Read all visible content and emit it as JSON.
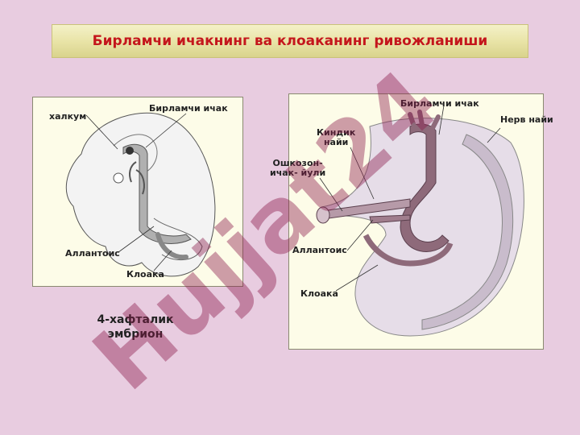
{
  "title": "Бирламчи ичакнинг ва клоаканинг ривожланиши",
  "left_diagram": {
    "labels": {
      "halkum": "халкум",
      "primary_gut": "Бирламчи ичак",
      "allantois": "Аллантоис",
      "cloaca": "Клоака"
    }
  },
  "caption_line1": "4-хафталик",
  "caption_line2": "эмбрион",
  "right_diagram": {
    "labels": {
      "primary_gut": "Бирламчи ичак",
      "neural_tube": "Нерв найи",
      "umbilical_duct_1": "Киндик",
      "umbilical_duct_2": "найи",
      "vitelline_duct_1": "Ошкозон-",
      "vitelline_duct_2": "ичак- йули",
      "allantois": "Аллантоис",
      "cloaca": "Клоака"
    }
  },
  "watermark": "Hujjat24",
  "colors": {
    "background": "#e8cce0",
    "title_text": "#c4161c",
    "watermark_red": "#8b1a4a",
    "watermark_purple": "#b78be0",
    "gut_fill": "#a0a0a0",
    "gut_fill_right": "#8a6a7a"
  }
}
